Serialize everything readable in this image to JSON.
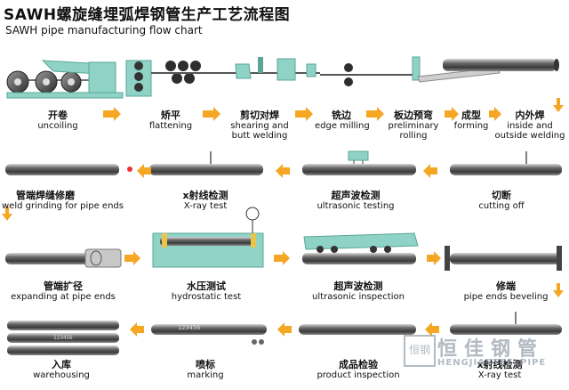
{
  "title": {
    "chinese": "SAWH螺旋缝埋弧焊钢管生产工艺流程图",
    "english": "SAWH pipe manufacturing flow chart"
  },
  "steps": [
    {
      "cn": "开卷",
      "en": "uncoiling",
      "en2": ""
    },
    {
      "cn": "矫平",
      "en": "flattening",
      "en2": ""
    },
    {
      "cn": "剪切对焊",
      "en": "shearing and",
      "en2": "butt welding"
    },
    {
      "cn": "铣边",
      "en": "edge milling",
      "en2": ""
    },
    {
      "cn": "板边预弯",
      "en": "preliminary",
      "en2": "rolling"
    },
    {
      "cn": "成型",
      "en": "forming",
      "en2": ""
    },
    {
      "cn": "内外焊",
      "en": "inside and",
      "en2": "outside welding"
    },
    {
      "cn": "切断",
      "en": "cutting off",
      "en2": ""
    },
    {
      "cn": "超声波检测",
      "en": "ultrasonic testing",
      "en2": ""
    },
    {
      "cn": "x射线检测",
      "en": "X-ray test",
      "en2": ""
    },
    {
      "cn": "管端焊缝修磨",
      "en": "weld grinding for pipe ends",
      "en2": ""
    },
    {
      "cn": "管端扩径",
      "en": "expanding at pipe ends",
      "en2": ""
    },
    {
      "cn": "水压测试",
      "en": "hydrostatic test",
      "en2": ""
    },
    {
      "cn": "超声波检测",
      "en": "ultrasonic inspection",
      "en2": ""
    },
    {
      "cn": "修端",
      "en": "pipe ends beveling",
      "en2": ""
    },
    {
      "cn": "x射线检测",
      "en": "X-ray test",
      "en2": ""
    },
    {
      "cn": "成品检验",
      "en": "product inspection",
      "en2": ""
    },
    {
      "cn": "喷标",
      "en": "marking",
      "en2": ""
    },
    {
      "cn": "入库",
      "en": "warehousing",
      "en2": ""
    }
  ],
  "pipe_marking_text": "123456",
  "watermark": {
    "cn": "恒佳钢管",
    "en": "HENGJIASTEELPIPE",
    "logo_cn": "恒钢"
  },
  "colors": {
    "arrow": "#f5a623",
    "machine": "#8fd3c7",
    "machine_dark": "#5aa596",
    "pipe": "#555555",
    "watermark": "#9aa3ad"
  }
}
